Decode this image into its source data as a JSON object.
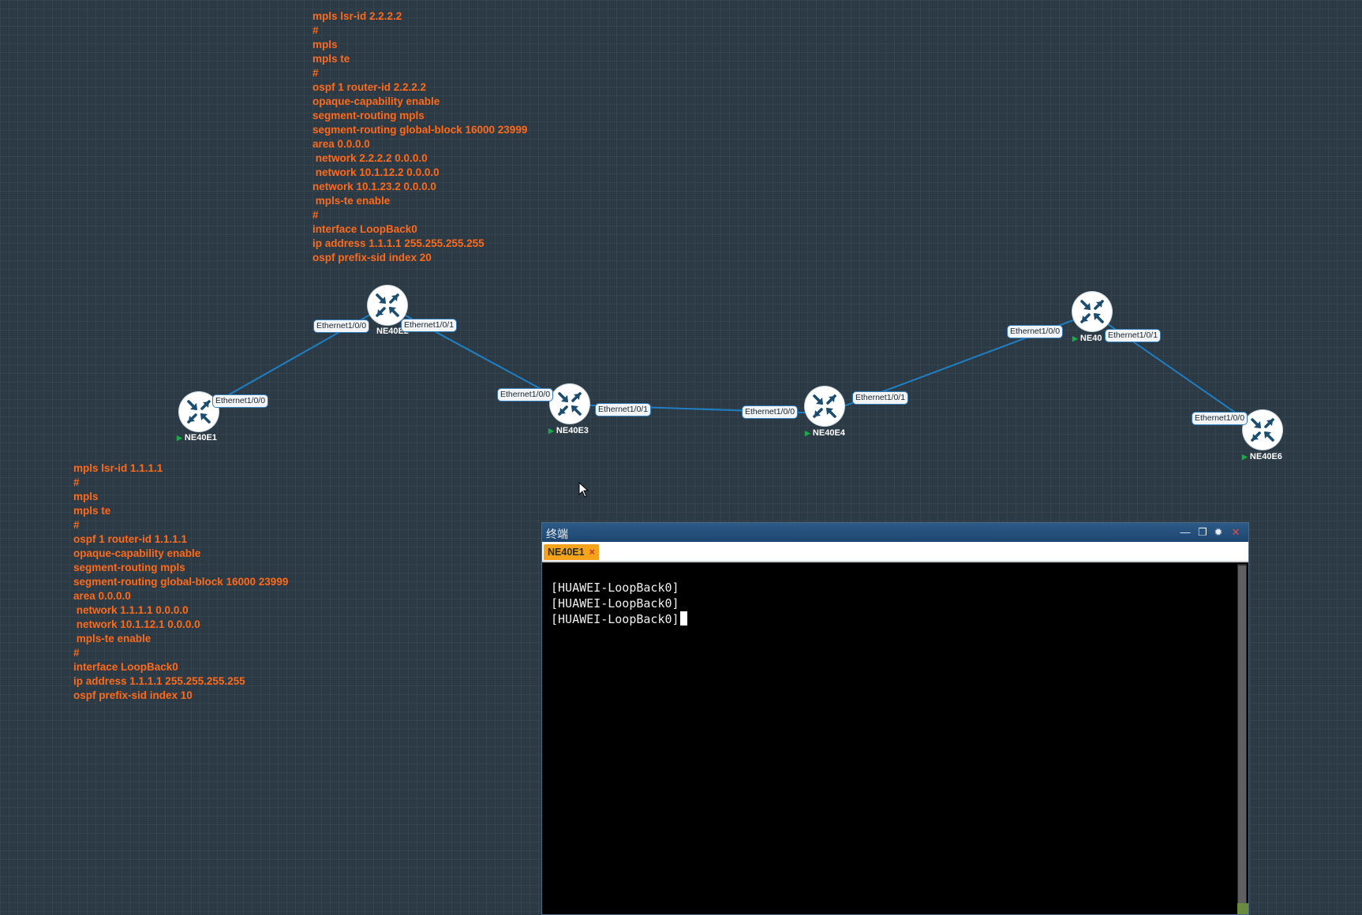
{
  "colors": {
    "background": "#2b3a44",
    "config_text": "#ff6a1a",
    "link_line": "#1f7fc4",
    "tab_active": "#f4a31b",
    "titlebar": "#1d4670"
  },
  "config_notes": {
    "ne40e2": [
      "mpls lsr-id 2.2.2.2",
      "#",
      "mpls",
      "mpls te",
      "#",
      "ospf 1 router-id 2.2.2.2",
      "opaque-capability enable",
      "segment-routing mpls",
      "segment-routing global-block 16000 23999",
      "area 0.0.0.0",
      " network 2.2.2.2 0.0.0.0",
      " network 10.1.12.2 0.0.0.0",
      "network 10.1.23.2 0.0.0.0",
      " mpls-te enable",
      "#",
      "interface LoopBack0",
      "ip address 1.1.1.1 255.255.255.255",
      "ospf prefix-sid index 20"
    ],
    "ne40e1": [
      "mpls lsr-id 1.1.1.1",
      "#",
      "mpls",
      "mpls te",
      "#",
      "ospf 1 router-id 1.1.1.1",
      "opaque-capability enable",
      "segment-routing mpls",
      "segment-routing global-block 16000 23999",
      "area 0.0.0.0",
      " network 1.1.1.1 0.0.0.0",
      " network 10.1.12.1 0.0.0.0",
      " mpls-te enable",
      "#",
      "interface LoopBack0",
      "ip address 1.1.1.1 255.255.255.255",
      "ospf prefix-sid index 10"
    ]
  },
  "devices": {
    "ne40e1": {
      "label": "NE40E1",
      "icon": "router-icon",
      "running": true
    },
    "ne40e2": {
      "label": "NE40E2",
      "icon": "router-icon",
      "running": false
    },
    "ne40e3": {
      "label": "NE40E3",
      "icon": "router-icon",
      "running": true
    },
    "ne40e4": {
      "label": "NE40E4",
      "icon": "router-icon",
      "running": true
    },
    "ne40e5": {
      "label": "NE40",
      "icon": "router-icon",
      "running": true
    },
    "ne40e6": {
      "label": "NE40E6",
      "icon": "router-icon",
      "running": true
    }
  },
  "ports": {
    "e1_p0": "Ethernet1/0/0",
    "e2_p0": "Ethernet1/0/0",
    "e2_p1": "Ethernet1/0/1",
    "e3_p0": "Ethernet1/0/0",
    "e3_p1": "Ethernet1/0/1",
    "e4_p0": "Ethernet1/0/0",
    "e4_p1": "Ethernet1/0/1",
    "e5_p0": "Ethernet1/0/0",
    "e5_p1": "Ethernet1/0/1",
    "e6_p0": "Ethernet1/0/0"
  },
  "terminal": {
    "title": "终端",
    "tab_label": "NE40E1",
    "tab_close": "×",
    "minimize": "—",
    "restore": "❐",
    "settings": "✹",
    "close": "✕",
    "lines": [
      "[HUAWEI-LoopBack0]",
      "[HUAWEI-LoopBack0]",
      "[HUAWEI-LoopBack0]"
    ]
  }
}
